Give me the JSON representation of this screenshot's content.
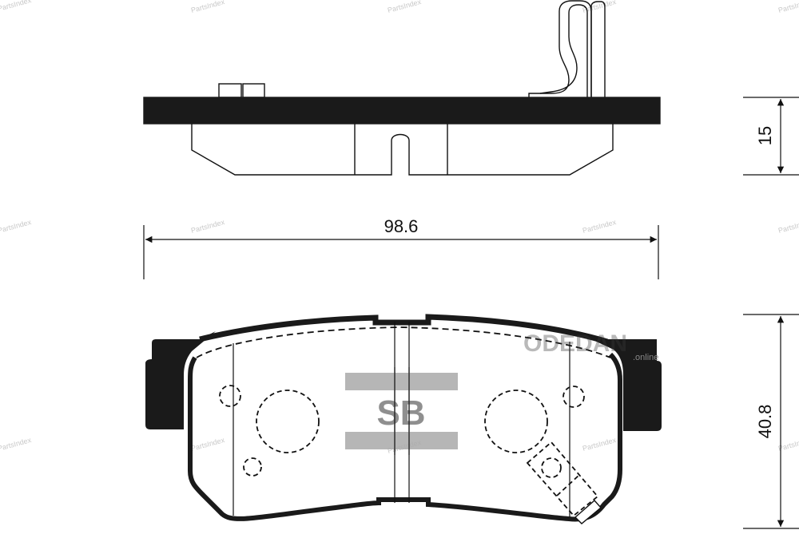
{
  "diagram": {
    "subject": "Brake pad technical drawing",
    "views": [
      "side-view",
      "front-view"
    ],
    "dimensions": {
      "width": "98.6",
      "thickness": "15",
      "height": "40.8"
    },
    "logo": {
      "text": "SB",
      "color": "#8f8f8f"
    },
    "watermarks": {
      "partsindex": "PartsIndex",
      "overlay_brand": "ODEDAN",
      "overlay_sub": ".online"
    },
    "colors": {
      "line": "#111111",
      "backing_plate": "#1a1a1a",
      "logo_bar": "#a9a9a9",
      "watermark": "#c8c8c8"
    }
  }
}
